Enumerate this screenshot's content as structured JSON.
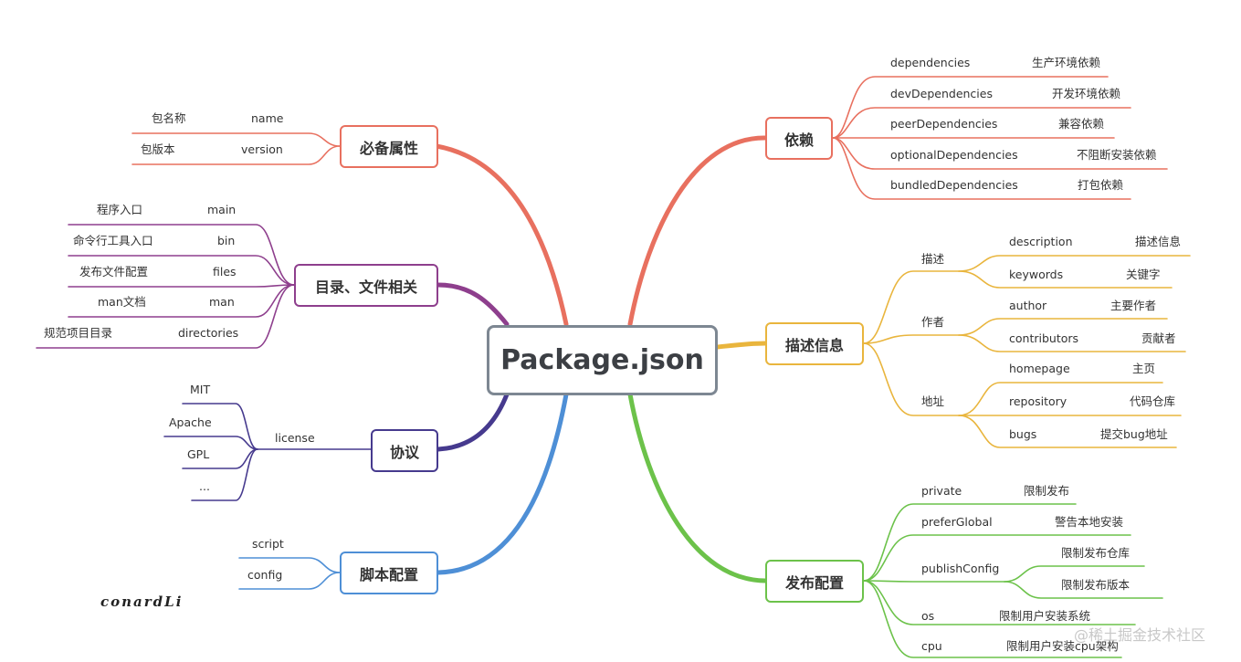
{
  "center": "Package.json",
  "colors": {
    "red": "#e8705f",
    "orange": "#e9b53d",
    "green": "#6cc24a",
    "blue": "#4e8fd6",
    "purple": "#8e3f8d",
    "navy": "#463a8e"
  },
  "required": {
    "title": "必备属性",
    "items": [
      {
        "zh": "包名称",
        "key": "name"
      },
      {
        "zh": "包版本",
        "key": "version"
      }
    ]
  },
  "files": {
    "title": "目录、文件相关",
    "items": [
      {
        "zh": "程序入口",
        "key": "main"
      },
      {
        "zh": "命令行工具入口",
        "key": "bin"
      },
      {
        "zh": "发布文件配置",
        "key": "files"
      },
      {
        "zh": "man文档",
        "key": "man"
      },
      {
        "zh": "规范项目目录",
        "key": "directories"
      }
    ]
  },
  "license": {
    "title": "协议",
    "key": "license",
    "items": [
      "MIT",
      "Apache",
      "GPL",
      "..."
    ]
  },
  "scripts": {
    "title": "脚本配置",
    "items": [
      "script",
      "config"
    ]
  },
  "deps": {
    "title": "依赖",
    "items": [
      {
        "key": "dependencies",
        "zh": "生产环境依赖"
      },
      {
        "key": "devDependencies",
        "zh": "开发环境依赖"
      },
      {
        "key": "peerDependencies",
        "zh": "兼容依赖"
      },
      {
        "key": "optionalDependencies",
        "zh": "不阻断安装依赖"
      },
      {
        "key": "bundledDependencies",
        "zh": "打包依赖"
      }
    ]
  },
  "desc": {
    "title": "描述信息",
    "groups": [
      {
        "label": "描述",
        "items": [
          {
            "key": "description",
            "zh": "描述信息"
          },
          {
            "key": "keywords",
            "zh": "关键字"
          }
        ]
      },
      {
        "label": "作者",
        "items": [
          {
            "key": "author",
            "zh": "主要作者"
          },
          {
            "key": "contributors",
            "zh": "贡献者"
          }
        ]
      },
      {
        "label": "地址",
        "items": [
          {
            "key": "homepage",
            "zh": "主页"
          },
          {
            "key": "repository",
            "zh": "代码仓库"
          },
          {
            "key": "bugs",
            "zh": "提交bug地址"
          }
        ]
      }
    ]
  },
  "publish": {
    "title": "发布配置",
    "items": [
      {
        "key": "private",
        "zh": "限制发布"
      },
      {
        "key": "preferGlobal",
        "zh": "警告本地安装"
      },
      {
        "key": "publishConfig",
        "sub": [
          "限制发布仓库",
          "限制发布版本"
        ]
      },
      {
        "key": "os",
        "zh": "限制用户安装系统"
      },
      {
        "key": "cpu",
        "zh": "限制用户安装cpu架构"
      }
    ]
  },
  "signature": "conardLi",
  "watermark": "@稀土掘金技术社区"
}
